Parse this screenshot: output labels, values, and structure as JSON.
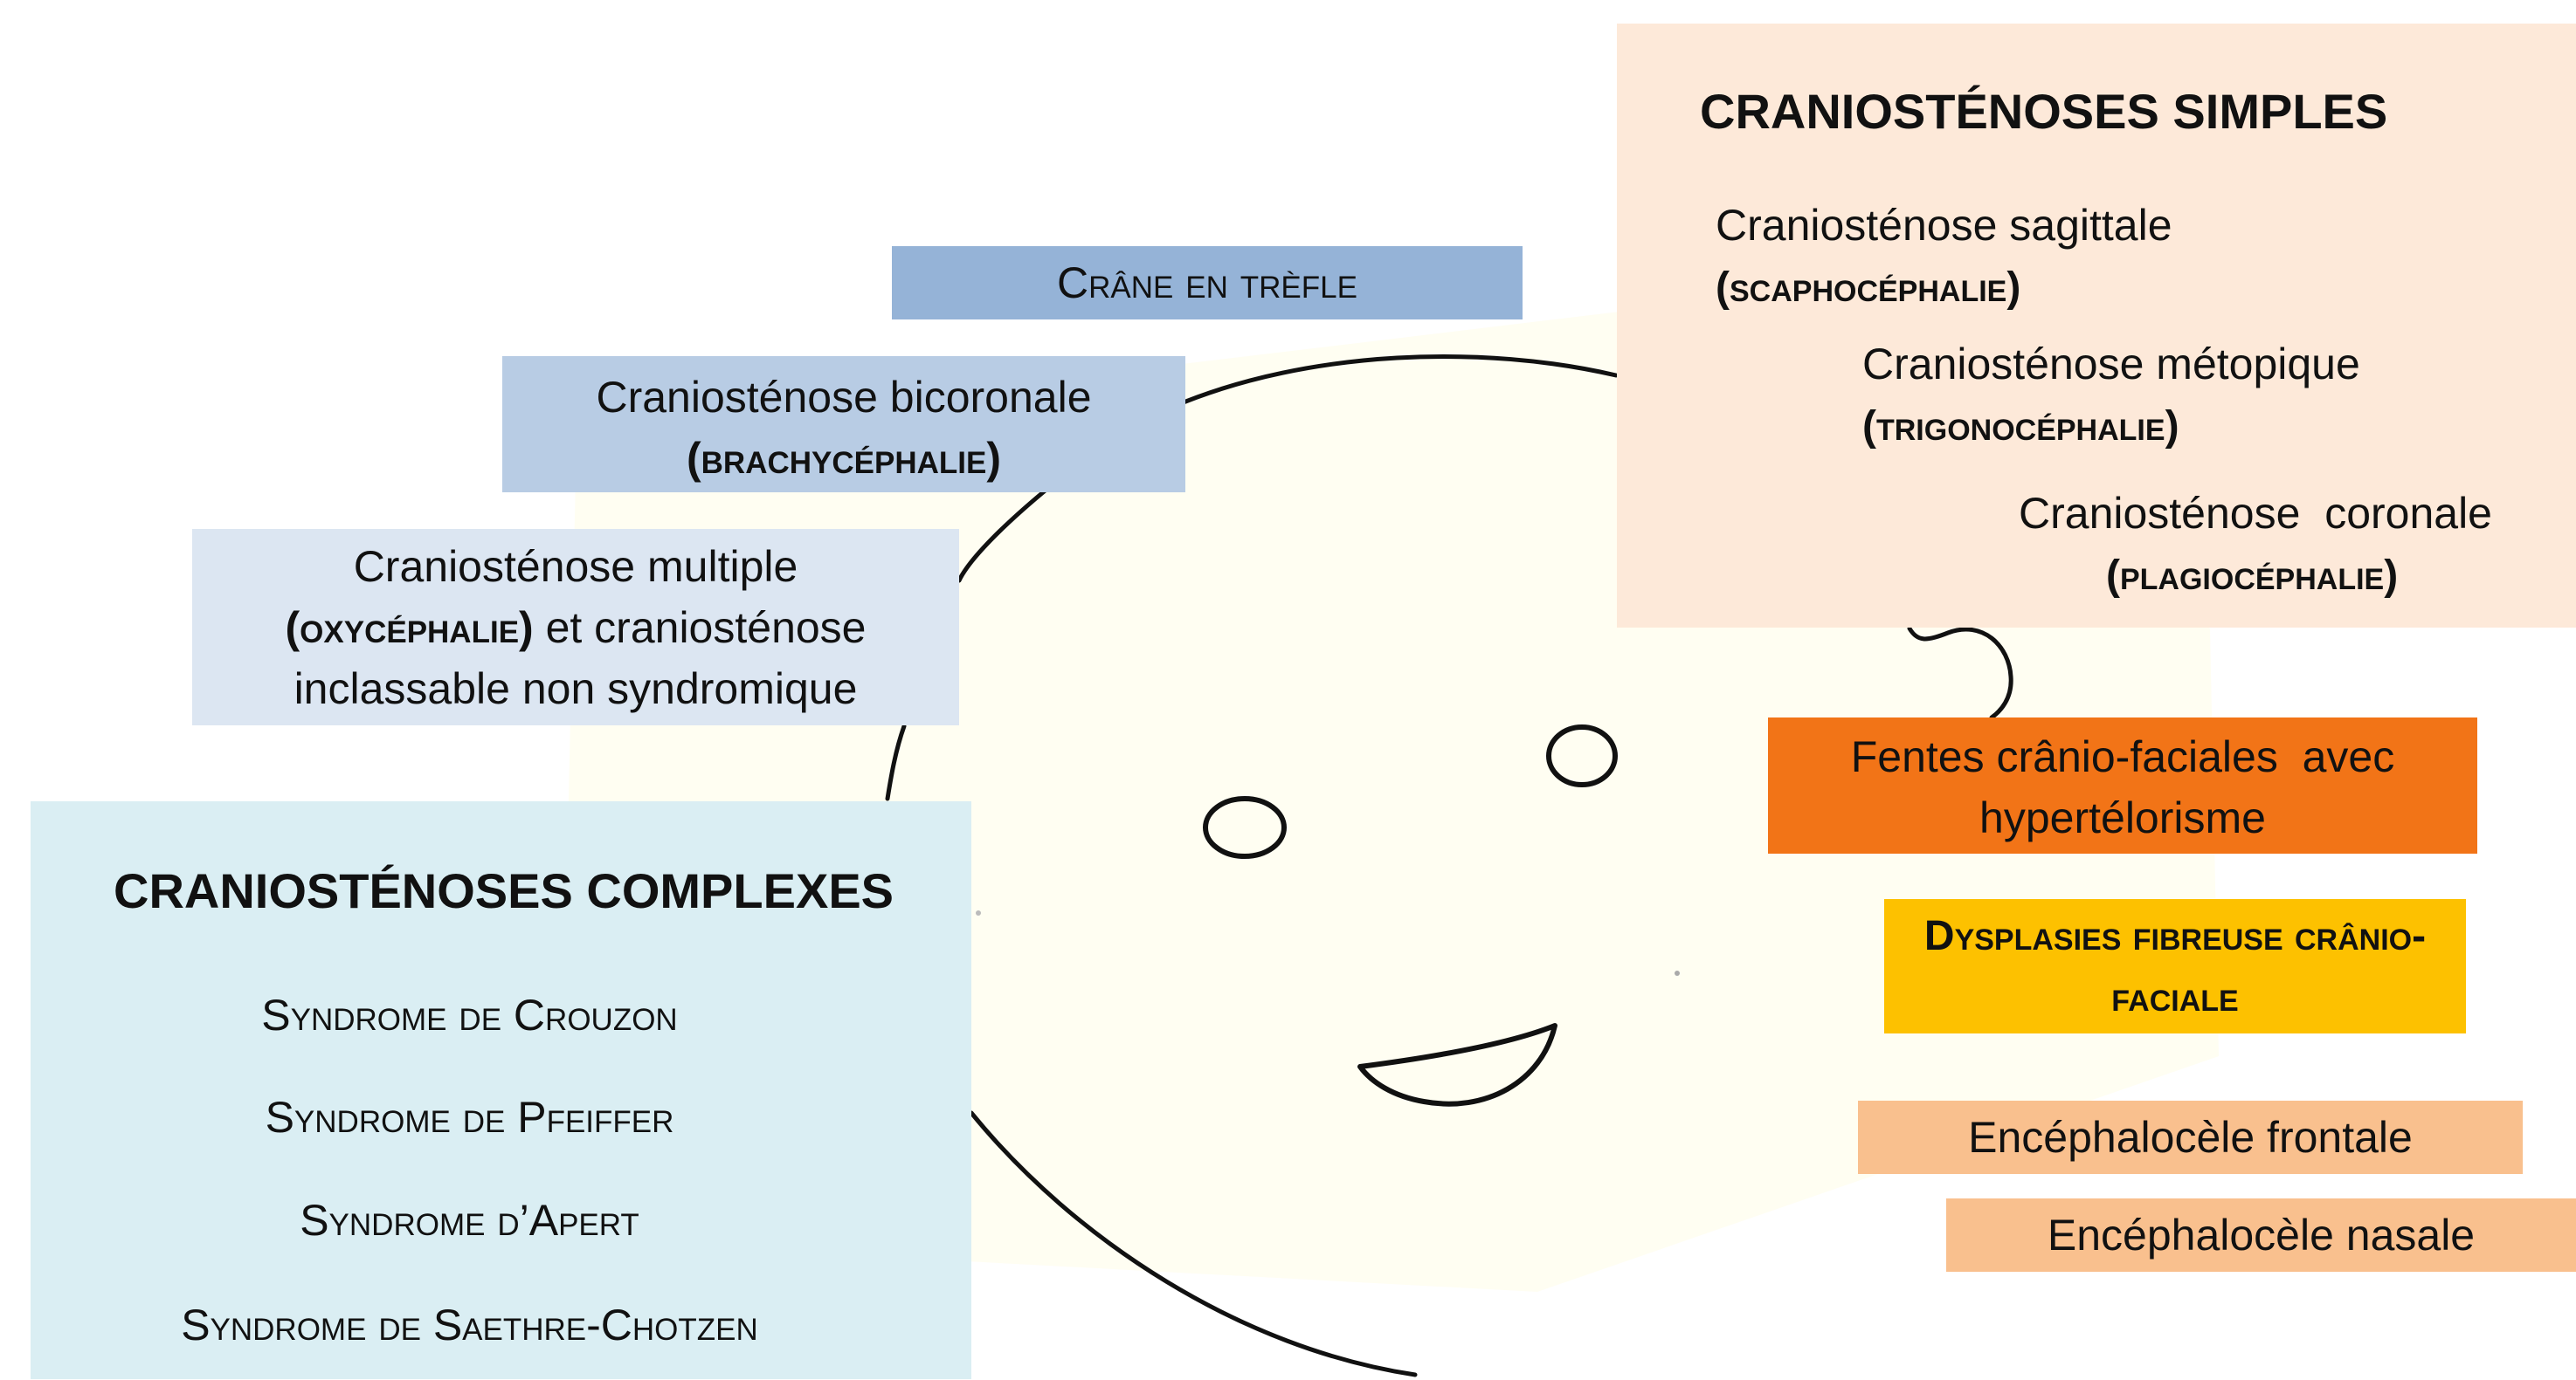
{
  "crane_en_trefle": "Crâne en trèfle",
  "bicoronale": {
    "line1": "Craniosténose bicoronale",
    "open": "(",
    "term": "brachycéphalie",
    "close": ")"
  },
  "multiple": {
    "line1": "Craniosténose multiple",
    "open": "(",
    "term": "oxycéphalie",
    "close": ")",
    "after": " et craniosténose",
    "line3": "inclassable non syndromique"
  },
  "complexes": {
    "title": "CRANIOSTÉNOSES COMPLEXES",
    "items": [
      "Syndrome de Crouzon",
      "Syndrome de Pfeiffer",
      "Syndrome d’Apert",
      "Syndrome de Saethre-Chotzen"
    ]
  },
  "simples": {
    "title": "CRANIOSTÉNOSES SIMPLES",
    "items": [
      {
        "line1": "Craniosténose sagittale",
        "term": "scaphocéphalie"
      },
      {
        "line1": "Craniosténose métopique",
        "term": "trigonocéphalie"
      },
      {
        "line1": "Craniosténose  coronale",
        "term": "plagiocéphalie"
      }
    ]
  },
  "fentes": {
    "line1": "Fentes crânio-faciales  avec",
    "line2": "hypertélorisme"
  },
  "dysplasies": {
    "line1": "Dysplasies fibreuse crânio-",
    "line2": "faciale"
  },
  "encephalocele_frontale": "Encéphalocèle frontale",
  "encephalocele_nasale": "Encéphalocèle nasale",
  "colors": {
    "trefle": "#95B3D7",
    "bicoronale": "#B8CCE4",
    "multiple": "#DCE6F2",
    "complexes": "#DAEEF3",
    "simples": "#FDE9D9",
    "fentes": "#F27417",
    "dysplasies": "#FDC100",
    "encephalocele": "#F9C08E"
  }
}
